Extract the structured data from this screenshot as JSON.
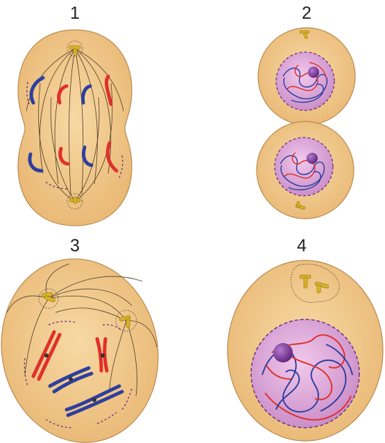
{
  "colors": {
    "cell_fill": "#f2c98a",
    "cell_edge": "#b88a4e",
    "nucleus_fill": "#dba6d6",
    "nucleus_edge": "#6b2f80",
    "chromatin_blue": "#2e3f9e",
    "chromatin_red": "#e0302a",
    "centriole": "#d9b227",
    "spindle": "#4a3a24",
    "nucleolus": "#7c3a9a"
  },
  "panels": [
    {
      "label": "1"
    },
    {
      "label": "2"
    },
    {
      "label": "3"
    },
    {
      "label": "4"
    }
  ]
}
